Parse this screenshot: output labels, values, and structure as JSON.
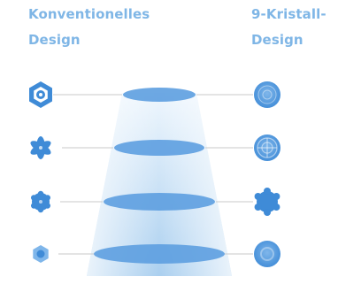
{
  "heading_left": {
    "line1": "Konventionelles",
    "line2": "Design"
  },
  "heading_right": {
    "line1": "9-Kristall-",
    "line2": "Design"
  },
  "colors": {
    "heading": "#7fb6e6",
    "crystal": "#3f8bd7",
    "crystal_light": "#7fb6ea",
    "ellipse": "#5d9fe0",
    "cone_top": "#eef6fd",
    "cone_bottom": "#aacfef",
    "connector": "#c9c9c9"
  },
  "rows": [
    {
      "left_icon": "snowflake-hexagon-icon",
      "right_icon": "nine-crystal-icon"
    },
    {
      "left_icon": "snowflake-star-icon",
      "right_icon": "nine-crystal-icon"
    },
    {
      "left_icon": "snowflake-round-icon",
      "right_icon": "nine-crystal-icon"
    },
    {
      "left_icon": "snowflake-small-icon",
      "right_icon": "nine-crystal-icon"
    }
  ]
}
